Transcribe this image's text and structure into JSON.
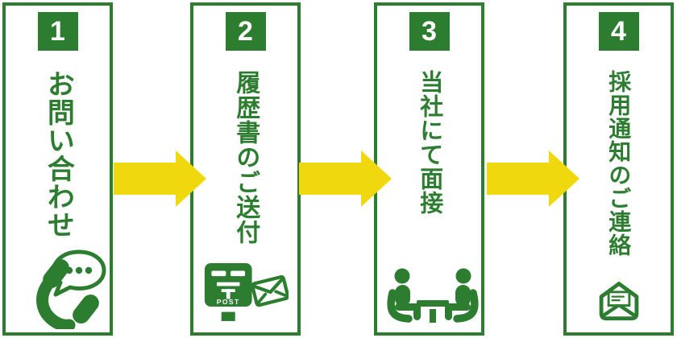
{
  "flow": {
    "colors": {
      "green": "#2d7d31",
      "arrow_yellow": "#f0d80f",
      "background": "#ffffff",
      "badge_text": "#ffffff"
    },
    "steps": [
      {
        "number": "1",
        "title": "お問い合わせ",
        "icon": "phone-chat-icon"
      },
      {
        "number": "2",
        "title": "履歴書のご送付",
        "icon": "postbox-envelope-icon",
        "post_label": "POST"
      },
      {
        "number": "3",
        "title": "当社にて面接",
        "icon": "interview-table-icon"
      },
      {
        "number": "4",
        "title": "採用通知のご連絡",
        "icon": "open-mail-icon"
      }
    ]
  }
}
